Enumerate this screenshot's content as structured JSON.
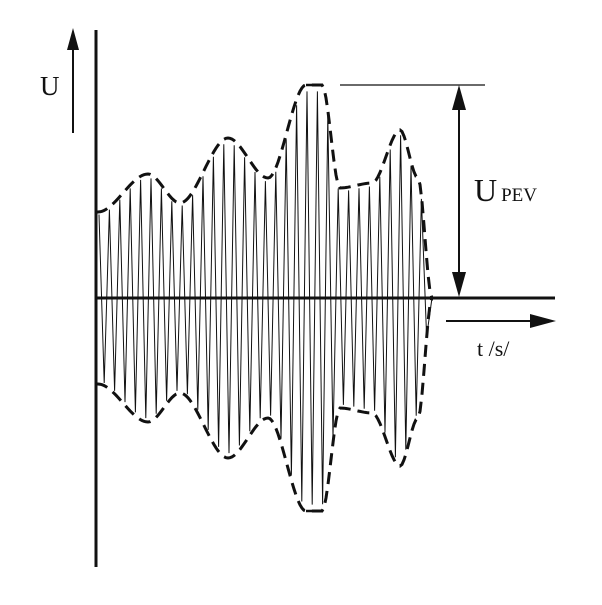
{
  "labels": {
    "y_axis": "U",
    "amplitude_main": "U",
    "amplitude_sub": "PEV",
    "x_axis": "t /s/"
  },
  "colors": {
    "ink": "#111111",
    "background": "#ffffff"
  }
}
